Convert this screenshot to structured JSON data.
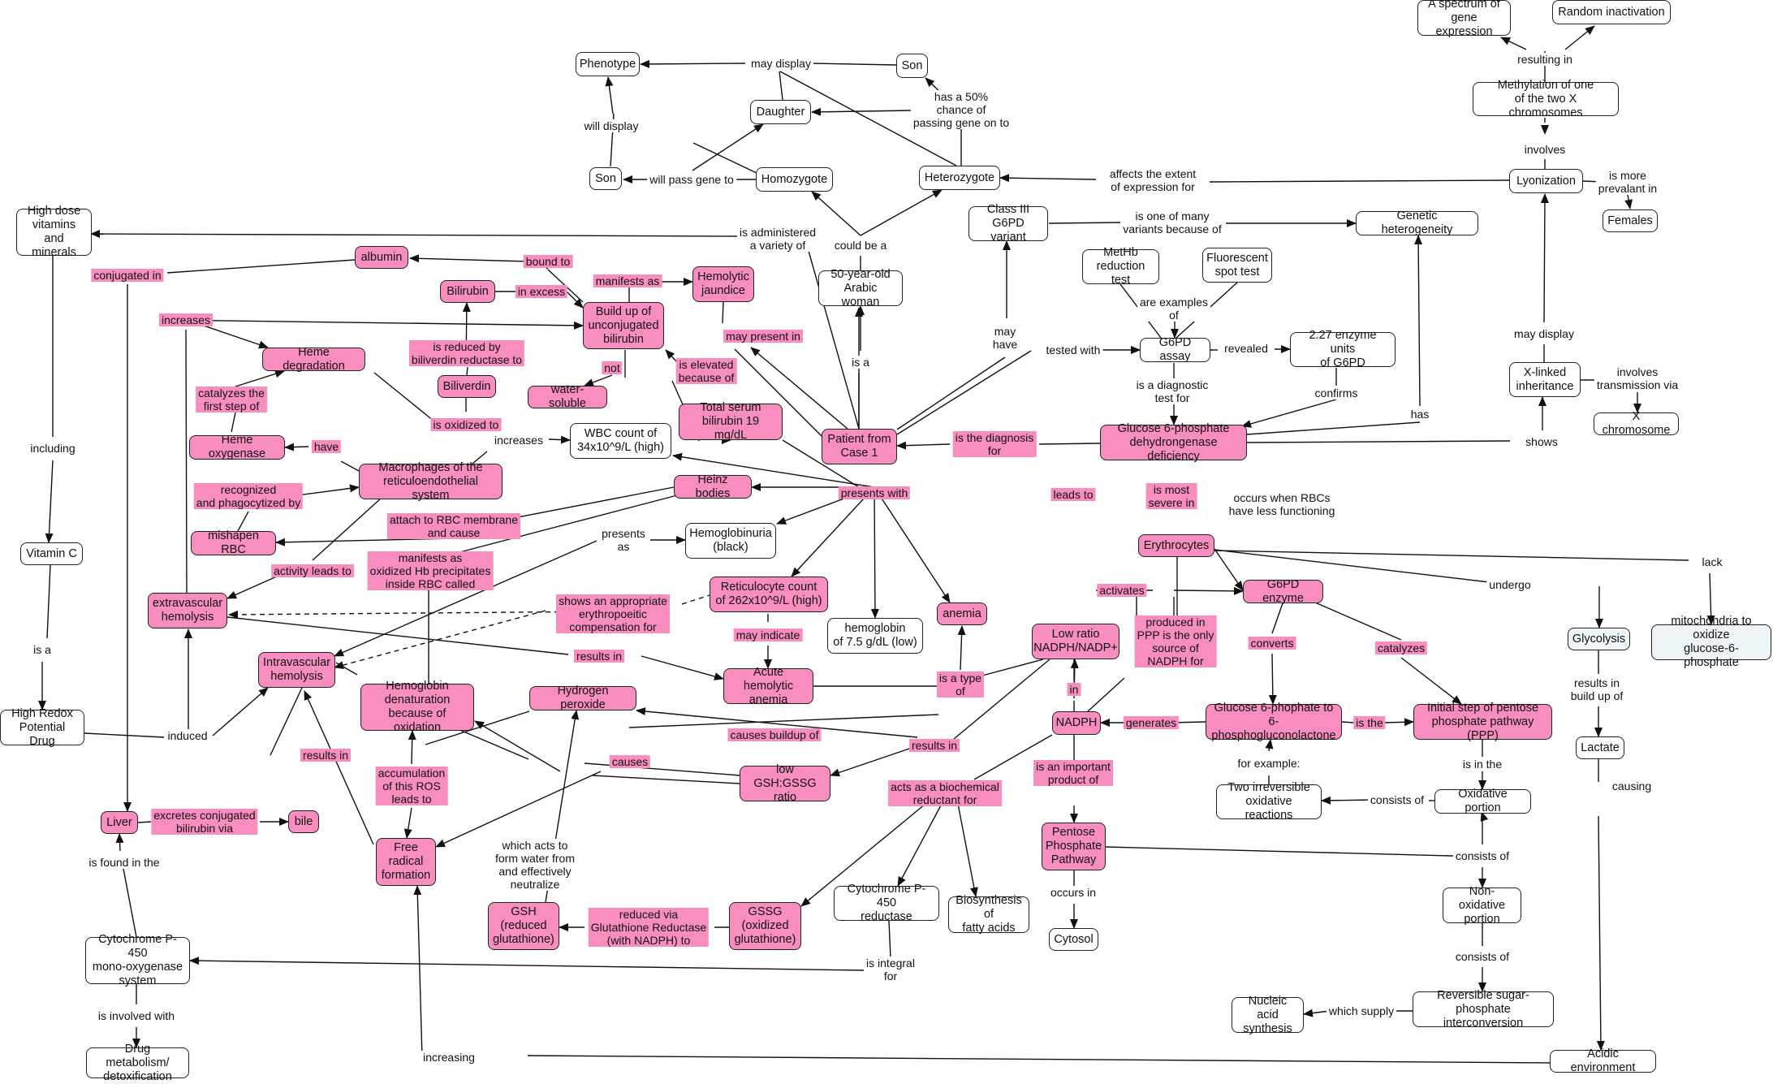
{
  "colors": {
    "pink": "#f88dbf",
    "light": "#eef5f8",
    "line": "#111111"
  },
  "nodes": [
    {
      "id": "phenotype",
      "text": "Phenotype",
      "style": "white"
    },
    {
      "id": "son_top",
      "text": "Son",
      "style": "white"
    },
    {
      "id": "daughter",
      "text": "Daughter",
      "style": "white"
    },
    {
      "id": "son_left",
      "text": "Son",
      "style": "white"
    },
    {
      "id": "homozygote",
      "text": "Homozygote",
      "style": "white"
    },
    {
      "id": "heterozygote",
      "text": "Heterozygote",
      "style": "white"
    },
    {
      "id": "spectrum",
      "text": "A spectrum of\ngene expression",
      "style": "white"
    },
    {
      "id": "random_inact",
      "text": "Random inactivation",
      "style": "white"
    },
    {
      "id": "methylation",
      "text": "Methylation of one\nof the two X chromosomes",
      "style": "white"
    },
    {
      "id": "lyonization",
      "text": "Lyonization",
      "style": "white"
    },
    {
      "id": "females",
      "text": "Females",
      "style": "white"
    },
    {
      "id": "high_dose",
      "text": "High dose\nvitamins and\nminerals",
      "style": "white"
    },
    {
      "id": "class3",
      "text": "Class III\nG6PD variant",
      "style": "white"
    },
    {
      "id": "genetic_het",
      "text": "Genetic heterogeneity",
      "style": "white"
    },
    {
      "id": "methb",
      "text": "MetHb\nreduction test",
      "style": "white"
    },
    {
      "id": "fluor",
      "text": "Fluorescent\nspot test",
      "style": "white"
    },
    {
      "id": "albumin",
      "text": "albumin",
      "style": "pink"
    },
    {
      "id": "bilirubin",
      "text": "Bilirubin",
      "style": "pink"
    },
    {
      "id": "buildup",
      "text": "Build up of\nunconjugated\nbilirubin",
      "style": "pink"
    },
    {
      "id": "hemolytic_j",
      "text": "Hemolytic\njaundice",
      "style": "pink"
    },
    {
      "id": "arabic",
      "text": "50-year-old\nArabic woman",
      "style": "white"
    },
    {
      "id": "heme_deg",
      "text": "Heme degradation",
      "style": "pink"
    },
    {
      "id": "biliverdin",
      "text": "Biliverdin",
      "style": "pink"
    },
    {
      "id": "water_sol",
      "text": "water-soluble",
      "style": "pink"
    },
    {
      "id": "g6pd_assay",
      "text": "G6PD assay",
      "style": "white"
    },
    {
      "id": "units",
      "text": "2.27 enzyme units\nof G6PD",
      "style": "white"
    },
    {
      "id": "xlinked",
      "text": "X-linked\ninheritance",
      "style": "white"
    },
    {
      "id": "xchrom",
      "text": "X chromosome",
      "style": "white"
    },
    {
      "id": "heme_ox",
      "text": "Heme oxygenase",
      "style": "pink"
    },
    {
      "id": "wbc",
      "text": "WBC count of\n34x10^9/L (high)",
      "style": "white"
    },
    {
      "id": "total_bili",
      "text": "Total serum\nbilirubin 19 mg/dL",
      "style": "pink"
    },
    {
      "id": "patient",
      "text": "Patient from\nCase 1",
      "style": "pink"
    },
    {
      "id": "g6pd_def",
      "text": "Glucose 6-phosphate\ndehydrongenase deficiency",
      "style": "pink"
    },
    {
      "id": "macrophages",
      "text": "Macrophages of the\nreticuloendothelial system",
      "style": "pink"
    },
    {
      "id": "heinz",
      "text": "Heinz bodies",
      "style": "pink"
    },
    {
      "id": "mishapen",
      "text": "mishapen RBC",
      "style": "pink"
    },
    {
      "id": "hemoglobinuria",
      "text": "Hemoglobinuria\n(black)",
      "style": "white"
    },
    {
      "id": "erythrocytes",
      "text": "Erythrocytes",
      "style": "pink"
    },
    {
      "id": "vitc",
      "text": "Vitamin C",
      "style": "white"
    },
    {
      "id": "extravascular",
      "text": "extravascular\nhemolysis",
      "style": "pink"
    },
    {
      "id": "retic",
      "text": "Reticulocyte count\nof 262x10^9/L (high)",
      "style": "pink"
    },
    {
      "id": "anemia",
      "text": "anemia",
      "style": "pink"
    },
    {
      "id": "hgb",
      "text": "hemoglobin\nof 7.5 g/dL (low)",
      "style": "white"
    },
    {
      "id": "low_ratio",
      "text": "Low ratio\nNADPH/NADP+",
      "style": "pink"
    },
    {
      "id": "g6pd_enz",
      "text": "G6PD enzyme",
      "style": "pink"
    },
    {
      "id": "glycolysis",
      "text": "Glycolysis",
      "style": "light"
    },
    {
      "id": "mito",
      "text": "mitochondria to oxidize\nglucose-6-phosphate",
      "style": "light"
    },
    {
      "id": "intravascular",
      "text": "Intravascular\nhemolysis",
      "style": "pink"
    },
    {
      "id": "acute_ha",
      "text": "Acute hemolytic\nanemia",
      "style": "pink"
    },
    {
      "id": "hgb_denat",
      "text": "Hemoglobin\ndenaturation\nbecause of oxidation",
      "style": "pink"
    },
    {
      "id": "h2o2",
      "text": "Hydrogen peroxide",
      "style": "pink"
    },
    {
      "id": "high_redox",
      "text": "High Redox\nPotential Drug",
      "style": "white"
    },
    {
      "id": "nadph",
      "text": "NADPH",
      "style": "pink"
    },
    {
      "id": "g6p_to",
      "text": "Glucose 6-phophate to\n6-phosphogluconolactone",
      "style": "pink"
    },
    {
      "id": "initial_ppp",
      "text": "Initial step of pentose\nphosphate pathway (PPP)",
      "style": "pink"
    },
    {
      "id": "lactate",
      "text": "Lactate",
      "style": "white"
    },
    {
      "id": "low_gsh",
      "text": "low GSH:GSSG\nratio",
      "style": "pink"
    },
    {
      "id": "liver",
      "text": "Liver",
      "style": "pink"
    },
    {
      "id": "bile",
      "text": "bile",
      "style": "pink"
    },
    {
      "id": "two_irrev",
      "text": "Two irreversible\noxidative reactions",
      "style": "white"
    },
    {
      "id": "oxidative",
      "text": "Oxidative portion",
      "style": "white"
    },
    {
      "id": "ppp",
      "text": "Pentose\nPhosphate\nPathway",
      "style": "pink"
    },
    {
      "id": "free_rad",
      "text": "Free\nradical\nformation",
      "style": "pink"
    },
    {
      "id": "cyp_red",
      "text": "Cytochrome P-450\nreductase",
      "style": "white"
    },
    {
      "id": "fatty",
      "text": "Biosynthesis of\nfatty acids",
      "style": "white"
    },
    {
      "id": "gsh",
      "text": "GSH\n(reduced\nglutathione)",
      "style": "pink"
    },
    {
      "id": "gssg",
      "text": "GSSG\n(oxidized\nglutathione)",
      "style": "pink"
    },
    {
      "id": "nonox",
      "text": "Non-oxidative\nportion",
      "style": "white"
    },
    {
      "id": "cytosol",
      "text": "Cytosol",
      "style": "white"
    },
    {
      "id": "cyp450",
      "text": "Cytochrome P-450\nmono-oxygenase\nsystem",
      "style": "white"
    },
    {
      "id": "nucleic",
      "text": "Nucleic acid\nsynthesis",
      "style": "white"
    },
    {
      "id": "reversible",
      "text": "Reversible sugar-\nphosphate interconversion",
      "style": "white"
    },
    {
      "id": "drug_metab",
      "text": "Drug metabolism/\ndetoxification",
      "style": "white"
    },
    {
      "id": "acidic",
      "text": "Acidic environment",
      "style": "white"
    }
  ],
  "links": [
    {
      "text": "may display",
      "style": "white"
    },
    {
      "text": "has a 50%\nchance of\npassing gene on to",
      "style": "white"
    },
    {
      "text": "will display",
      "style": "white"
    },
    {
      "text": "will pass gene to",
      "style": "white"
    },
    {
      "text": "resulting in",
      "style": "white"
    },
    {
      "text": "involves",
      "style": "white"
    },
    {
      "text": "is more\nprevalant in",
      "style": "white"
    },
    {
      "text": "affects the extent\nof expression for",
      "style": "white"
    },
    {
      "text": "is administered\na variety of",
      "style": "white"
    },
    {
      "text": "could be a",
      "style": "white"
    },
    {
      "text": "is one of many\nvariants because of",
      "style": "white"
    },
    {
      "text": "bound to",
      "style": "pink"
    },
    {
      "text": "conjugated in",
      "style": "pink"
    },
    {
      "text": "manifests as",
      "style": "pink"
    },
    {
      "text": "in excess",
      "style": "pink"
    },
    {
      "text": "increases",
      "style": "pink"
    },
    {
      "text": "are examples\nof",
      "style": "white"
    },
    {
      "text": "may present in",
      "style": "pink"
    },
    {
      "text": "may\nhave",
      "style": "white"
    },
    {
      "text": "tested with",
      "style": "white"
    },
    {
      "text": "revealed",
      "style": "white"
    },
    {
      "text": "may display",
      "style": "white"
    },
    {
      "text": "is reduced by\nbiliverdin reductase to",
      "style": "pink"
    },
    {
      "text": "not",
      "style": "pink"
    },
    {
      "text": "is elevated\nbecause of",
      "style": "pink"
    },
    {
      "text": "catalyzes the\nfirst step of",
      "style": "pink"
    },
    {
      "text": "is a diagnostic\ntest for",
      "style": "white"
    },
    {
      "text": "confirms",
      "style": "white"
    },
    {
      "text": "involves\ntransmission via",
      "style": "white"
    },
    {
      "text": "is a",
      "style": "white"
    },
    {
      "text": "is oxidized to",
      "style": "pink"
    },
    {
      "text": "increases",
      "style": "white"
    },
    {
      "text": "have",
      "style": "pink"
    },
    {
      "text": "is the diagnosis\nfor",
      "style": "pink"
    },
    {
      "text": "has",
      "style": "white"
    },
    {
      "text": "shows",
      "style": "white"
    },
    {
      "text": "including",
      "style": "white"
    },
    {
      "text": "recognized\nand phagocytized by",
      "style": "pink"
    },
    {
      "text": "presents with",
      "style": "pink"
    },
    {
      "text": "leads to",
      "style": "pink"
    },
    {
      "text": "is most\nsevere in",
      "style": "pink"
    },
    {
      "text": "occurs when RBCs\nhave less functioning",
      "style": "white"
    },
    {
      "text": "attach to RBC membrane\nand cause",
      "style": "pink"
    },
    {
      "text": "manifests as\noxidized Hb precipitates\ninside RBC called",
      "style": "pink"
    },
    {
      "text": "presents\nas",
      "style": "white"
    },
    {
      "text": "lack",
      "style": "white"
    },
    {
      "text": "activity leads to",
      "style": "pink"
    },
    {
      "text": "activates",
      "style": "pink"
    },
    {
      "text": "undergo",
      "style": "white"
    },
    {
      "text": "produced in\nPPP is the only\nsource of\nNADPH for",
      "style": "pink"
    },
    {
      "text": "shows an appropriate\nerythropoeitic\ncompensation for",
      "style": "pink"
    },
    {
      "text": "is a",
      "style": "white"
    },
    {
      "text": "may indicate",
      "style": "pink"
    },
    {
      "text": "results in",
      "style": "pink"
    },
    {
      "text": "converts",
      "style": "pink"
    },
    {
      "text": "catalyzes",
      "style": "pink"
    },
    {
      "text": "results in\nbuild up of",
      "style": "white"
    },
    {
      "text": "is a type\nof",
      "style": "pink"
    },
    {
      "text": "in",
      "style": "pink"
    },
    {
      "text": "induced",
      "style": "white"
    },
    {
      "text": "results in",
      "style": "pink"
    },
    {
      "text": "causes buildup of",
      "style": "pink"
    },
    {
      "text": "generates",
      "style": "pink"
    },
    {
      "text": "is the",
      "style": "pink"
    },
    {
      "text": "results in",
      "style": "pink"
    },
    {
      "text": "causes",
      "style": "pink"
    },
    {
      "text": "accumulation\nof this ROS\nleads to",
      "style": "pink"
    },
    {
      "text": "for example:",
      "style": "white"
    },
    {
      "text": "is in the",
      "style": "white"
    },
    {
      "text": "causing",
      "style": "white"
    },
    {
      "text": "is an important\nproduct of",
      "style": "pink"
    },
    {
      "text": "acts as a biochemical\nreductant for",
      "style": "pink"
    },
    {
      "text": "excretes conjugated\nbilirubin via",
      "style": "pink"
    },
    {
      "text": "consists of",
      "style": "white"
    },
    {
      "text": "which acts to\nform water from\nand effectively\nneutralize",
      "style": "white"
    },
    {
      "text": "is found in the",
      "style": "white"
    },
    {
      "text": "consists of",
      "style": "white"
    },
    {
      "text": "reduced via\nGlutathione Reductase\n(with NADPH) to",
      "style": "pink"
    },
    {
      "text": "occurs in",
      "style": "white"
    },
    {
      "text": "is integral\nfor",
      "style": "white"
    },
    {
      "text": "consists of",
      "style": "white"
    },
    {
      "text": "is involved with",
      "style": "white"
    },
    {
      "text": "which supply",
      "style": "white"
    },
    {
      "text": "increasing",
      "style": "white"
    }
  ]
}
